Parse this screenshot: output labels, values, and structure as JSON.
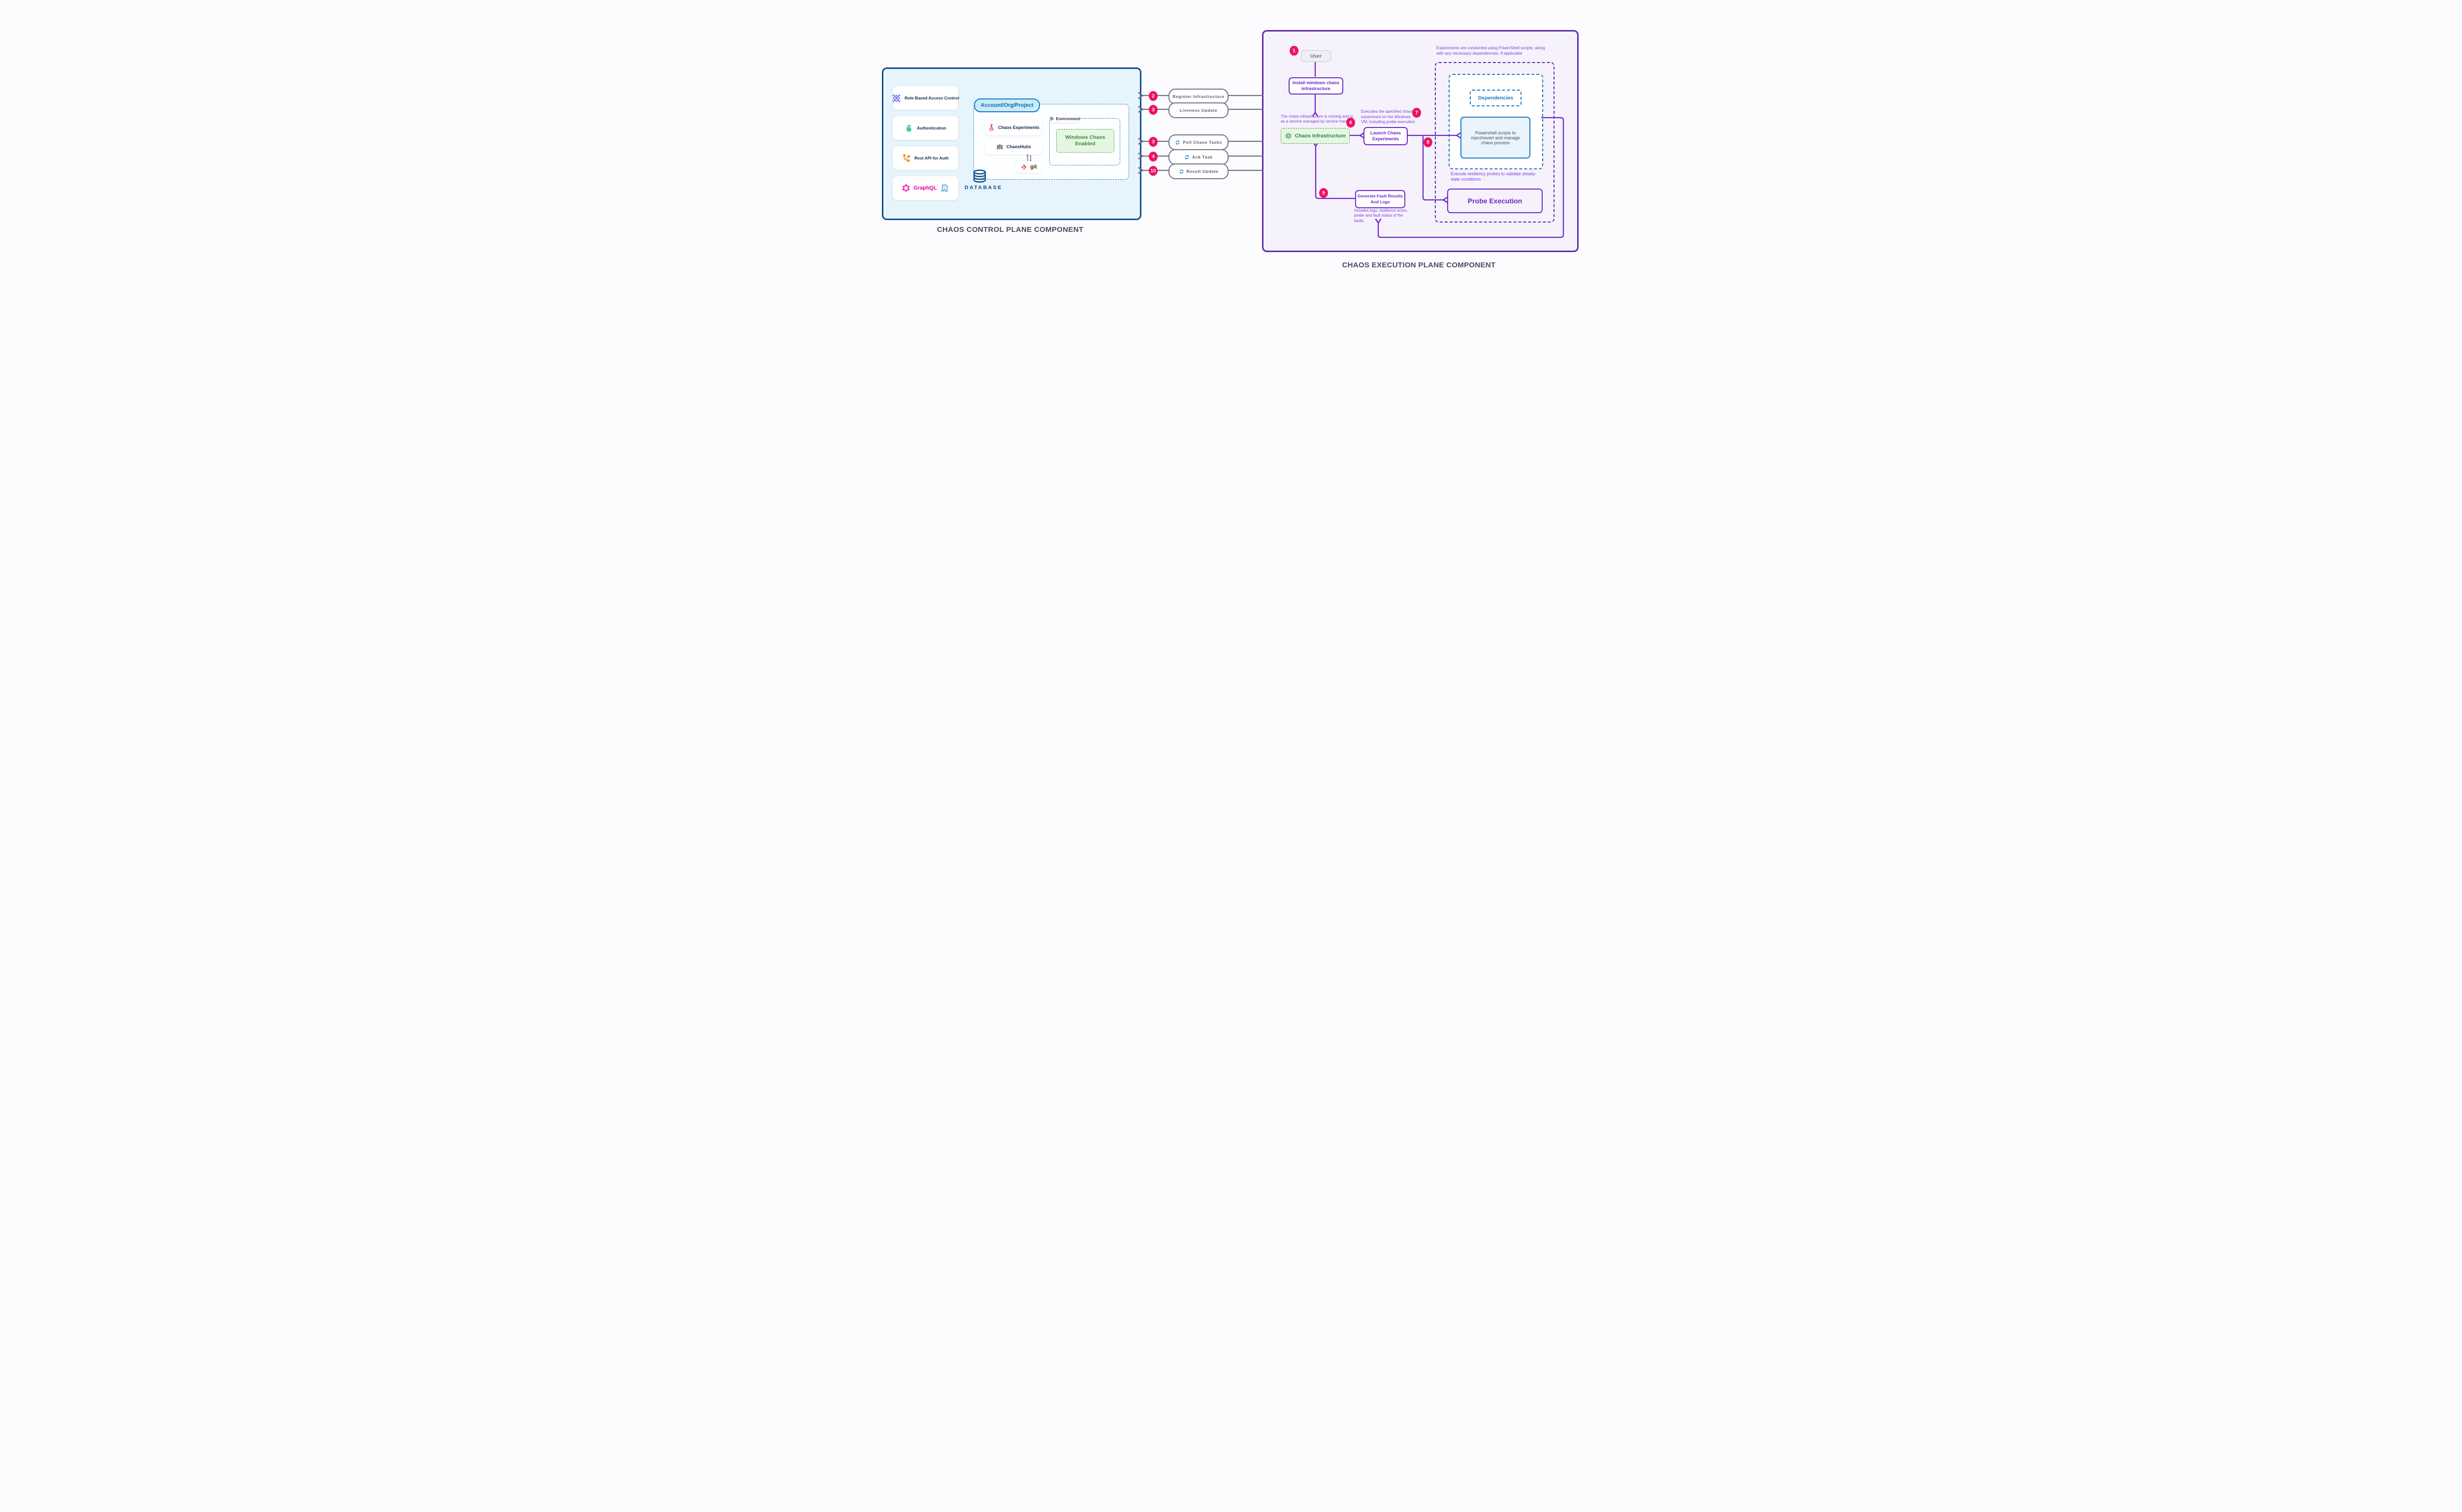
{
  "titles": {
    "control": "CHAOS CONTROL PLANE COMPONENT",
    "execution": "CHAOS EXECUTION PLANE COMPONENT"
  },
  "colors": {
    "control_panel_border": "#0d4d8c",
    "control_panel_fill": "#e6f4fb",
    "exec_panel_border": "#5b2bb0",
    "exec_panel_fill": "#f6f2fb",
    "accent_blue": "#1779c4",
    "accent_purple": "#6d28c9",
    "note_purple": "#7b3fe0",
    "green_border": "#3ba24a",
    "green_text": "#2f9131",
    "badge_pink": "#f0135f",
    "arrow_gray": "#6e7584",
    "graphql_pink": "#e10098",
    "git_orange": "#de4c36"
  },
  "icons": {
    "rbac-icon": "blue diamond with person",
    "auth-icon": "green open padlock",
    "rest-api-icon": "orange branching nodes",
    "graphql-icon": "pink hexagon logo",
    "api-doc-icon": "blue API document",
    "flask-icon": "pink chemistry flask",
    "tube-rack-icon": "test tube rack",
    "git-icon": "orange git diamond",
    "database-icon": "blue cylinder stack",
    "hexagons-icon": "hexagon cluster",
    "chaos-hex-icon": "green double hexagon",
    "sync-icon": "blue circular arrows"
  },
  "control": {
    "cards": [
      {
        "label": "Role Based Access Control"
      },
      {
        "label": "Authentication"
      },
      {
        "label": "Rest API for Auth"
      },
      {
        "label": "GraphQL"
      }
    ],
    "account_label": "Account/Org/Project",
    "chaos_experiments_label": "Chaos Experiments",
    "chaoshubs_label": "ChaosHubs",
    "git_label": "git",
    "environment_label": "Environment",
    "windows_chaos_label": "Windows Chaos Enabled",
    "database_label": "DATABASE"
  },
  "channels": [
    {
      "badge": "2",
      "label": "Register Infrastructure"
    },
    {
      "badge": "3",
      "label": "Liveness Update"
    },
    {
      "badge": "3",
      "label": "Poll Chaos Tasks"
    },
    {
      "badge": "4",
      "label": "Ack Task"
    },
    {
      "badge": "10",
      "label": "Result Update"
    }
  ],
  "execution": {
    "badges": {
      "user": "1",
      "service": "6",
      "launch": "7",
      "powershell": "8",
      "results": "9"
    },
    "user_label": "User",
    "install_label": "Install windows chaos infrastructure",
    "service_note": "The chaos infrastructure is running and is as a service managed by service manager",
    "chaos_infrastructure_label": "Chaos Infrastructure",
    "executes_note": "Executes the specified chaos experiment on the Windows VM, including probe execution",
    "launch_label": "Launch Chaos Experiments",
    "powershell_note": "Experiments are conducted using PowerShell scripts, along with any necessary dependencies, if applicable",
    "dependencies_label": "Dependencies",
    "powershell_label": "Powershell scripts to inject/revert and manage chaos process",
    "probes_note": "Execute resiliency probes to validate steady-state conditions",
    "probe_execution_label": "Probe Execution",
    "generate_label": "Generate Fault Results And Logs",
    "includes_note": "Includes logs, resilience score, probe and fault status of the faults."
  }
}
